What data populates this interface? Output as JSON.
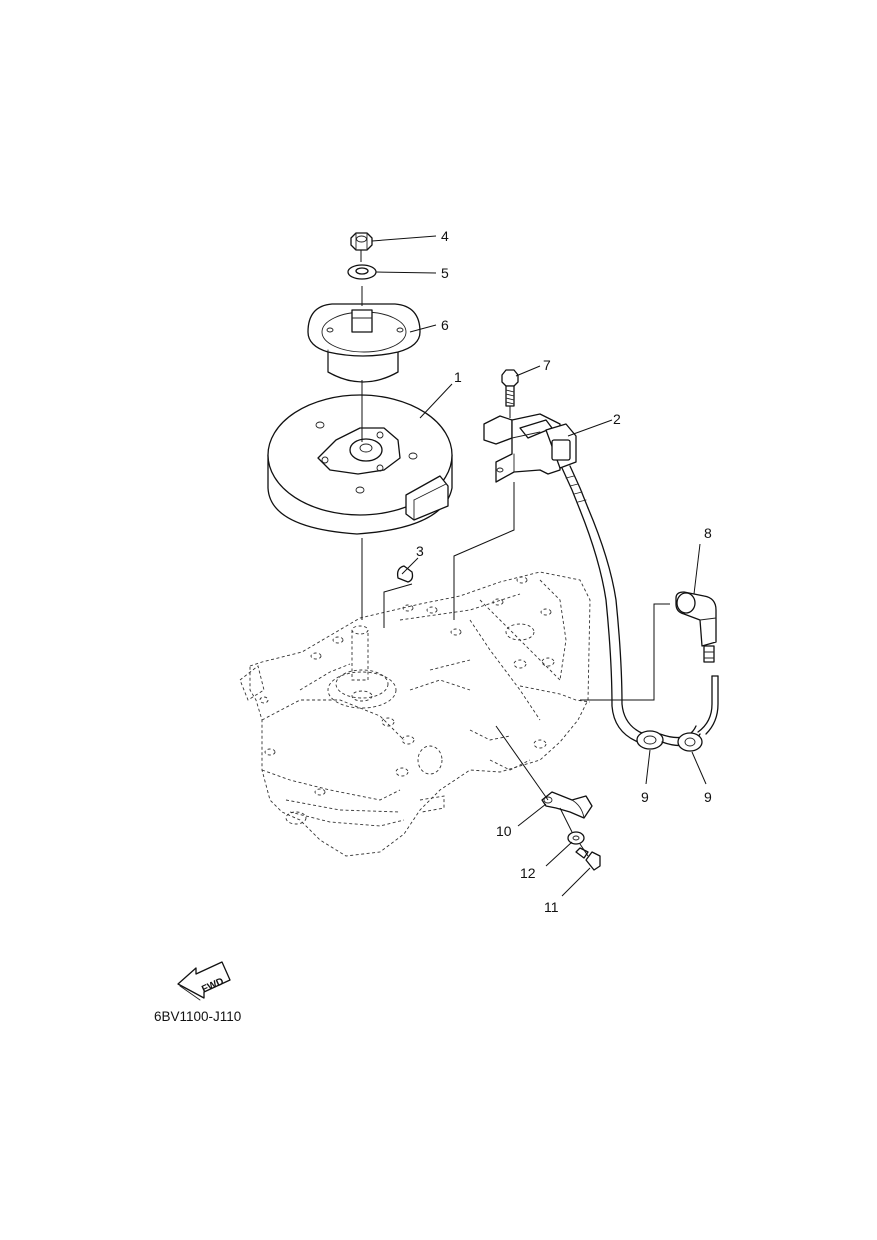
{
  "callouts": [
    {
      "id": "1",
      "label": "1"
    },
    {
      "id": "2",
      "label": "2"
    },
    {
      "id": "3",
      "label": "3"
    },
    {
      "id": "4",
      "label": "4"
    },
    {
      "id": "5",
      "label": "5"
    },
    {
      "id": "6",
      "label": "6"
    },
    {
      "id": "7",
      "label": "7"
    },
    {
      "id": "8",
      "label": "8"
    },
    {
      "id": "9a",
      "label": "9"
    },
    {
      "id": "9b",
      "label": "9"
    },
    {
      "id": "10",
      "label": "10"
    },
    {
      "id": "11",
      "label": "11"
    },
    {
      "id": "12",
      "label": "12"
    }
  ],
  "fwd_label": "FWD",
  "diagram_code": "6BV1100-J110"
}
